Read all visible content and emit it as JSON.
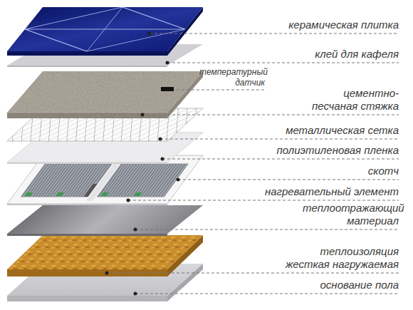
{
  "diagram": {
    "labels": [
      "керамическая плитка",
      "клей для кафеля",
      "температурный датчик",
      "цементно- песчаная стяжка",
      "металлическая сетка",
      "полиэтиленовая пленка",
      "скотч",
      "нагревательный элемент",
      "теплоотражающий материал",
      "теплоизоляция жесткая нагружаемая",
      "основание пола"
    ]
  }
}
